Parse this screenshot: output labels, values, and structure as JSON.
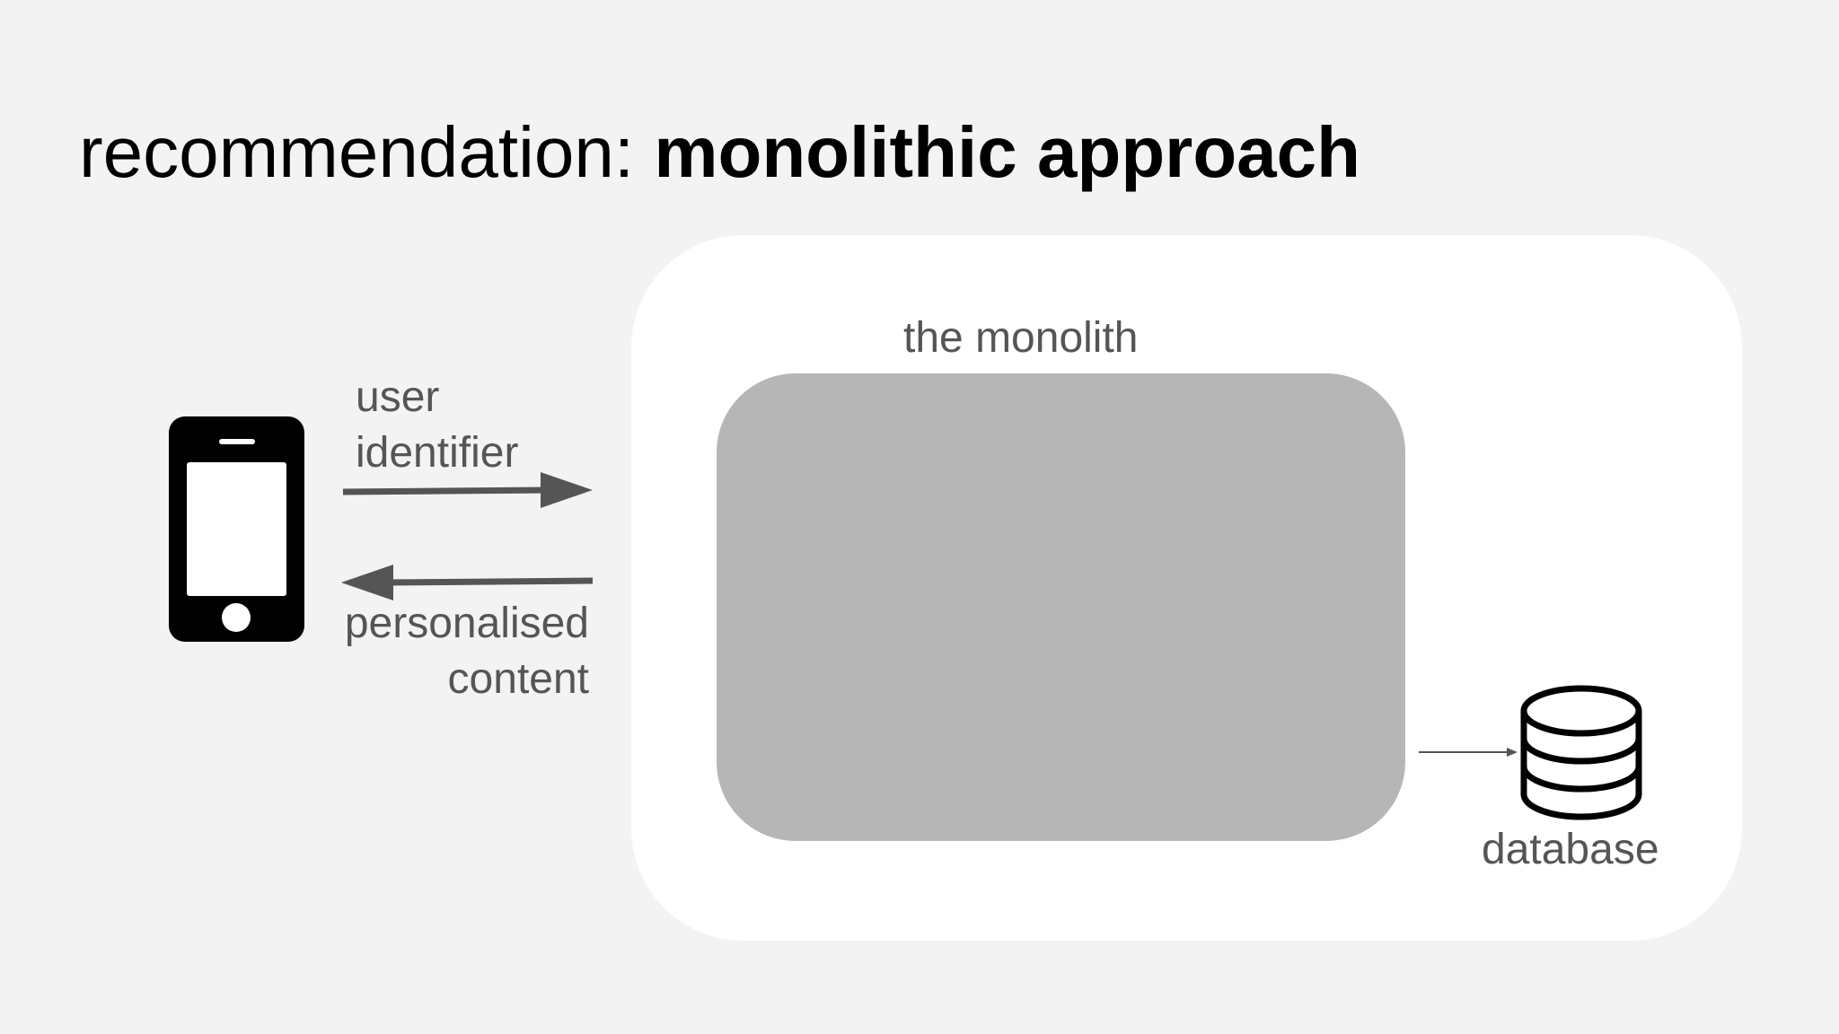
{
  "title": {
    "plain": "recommendation: ",
    "bold": "monolithic approach"
  },
  "diagram": {
    "monolith_label": "the monolith",
    "request_label_line1": "user",
    "request_label_line2": "identifier",
    "response_label_line1": "personalised",
    "response_label_line2": "content",
    "database_label": "database"
  },
  "icons": {
    "client": "smartphone-icon",
    "store": "database-icon"
  },
  "colors": {
    "background": "#f3f3f3",
    "container": "#ffffff",
    "monolith": "#b6b6b6",
    "arrow": "#555555",
    "text_secondary": "#555555"
  }
}
